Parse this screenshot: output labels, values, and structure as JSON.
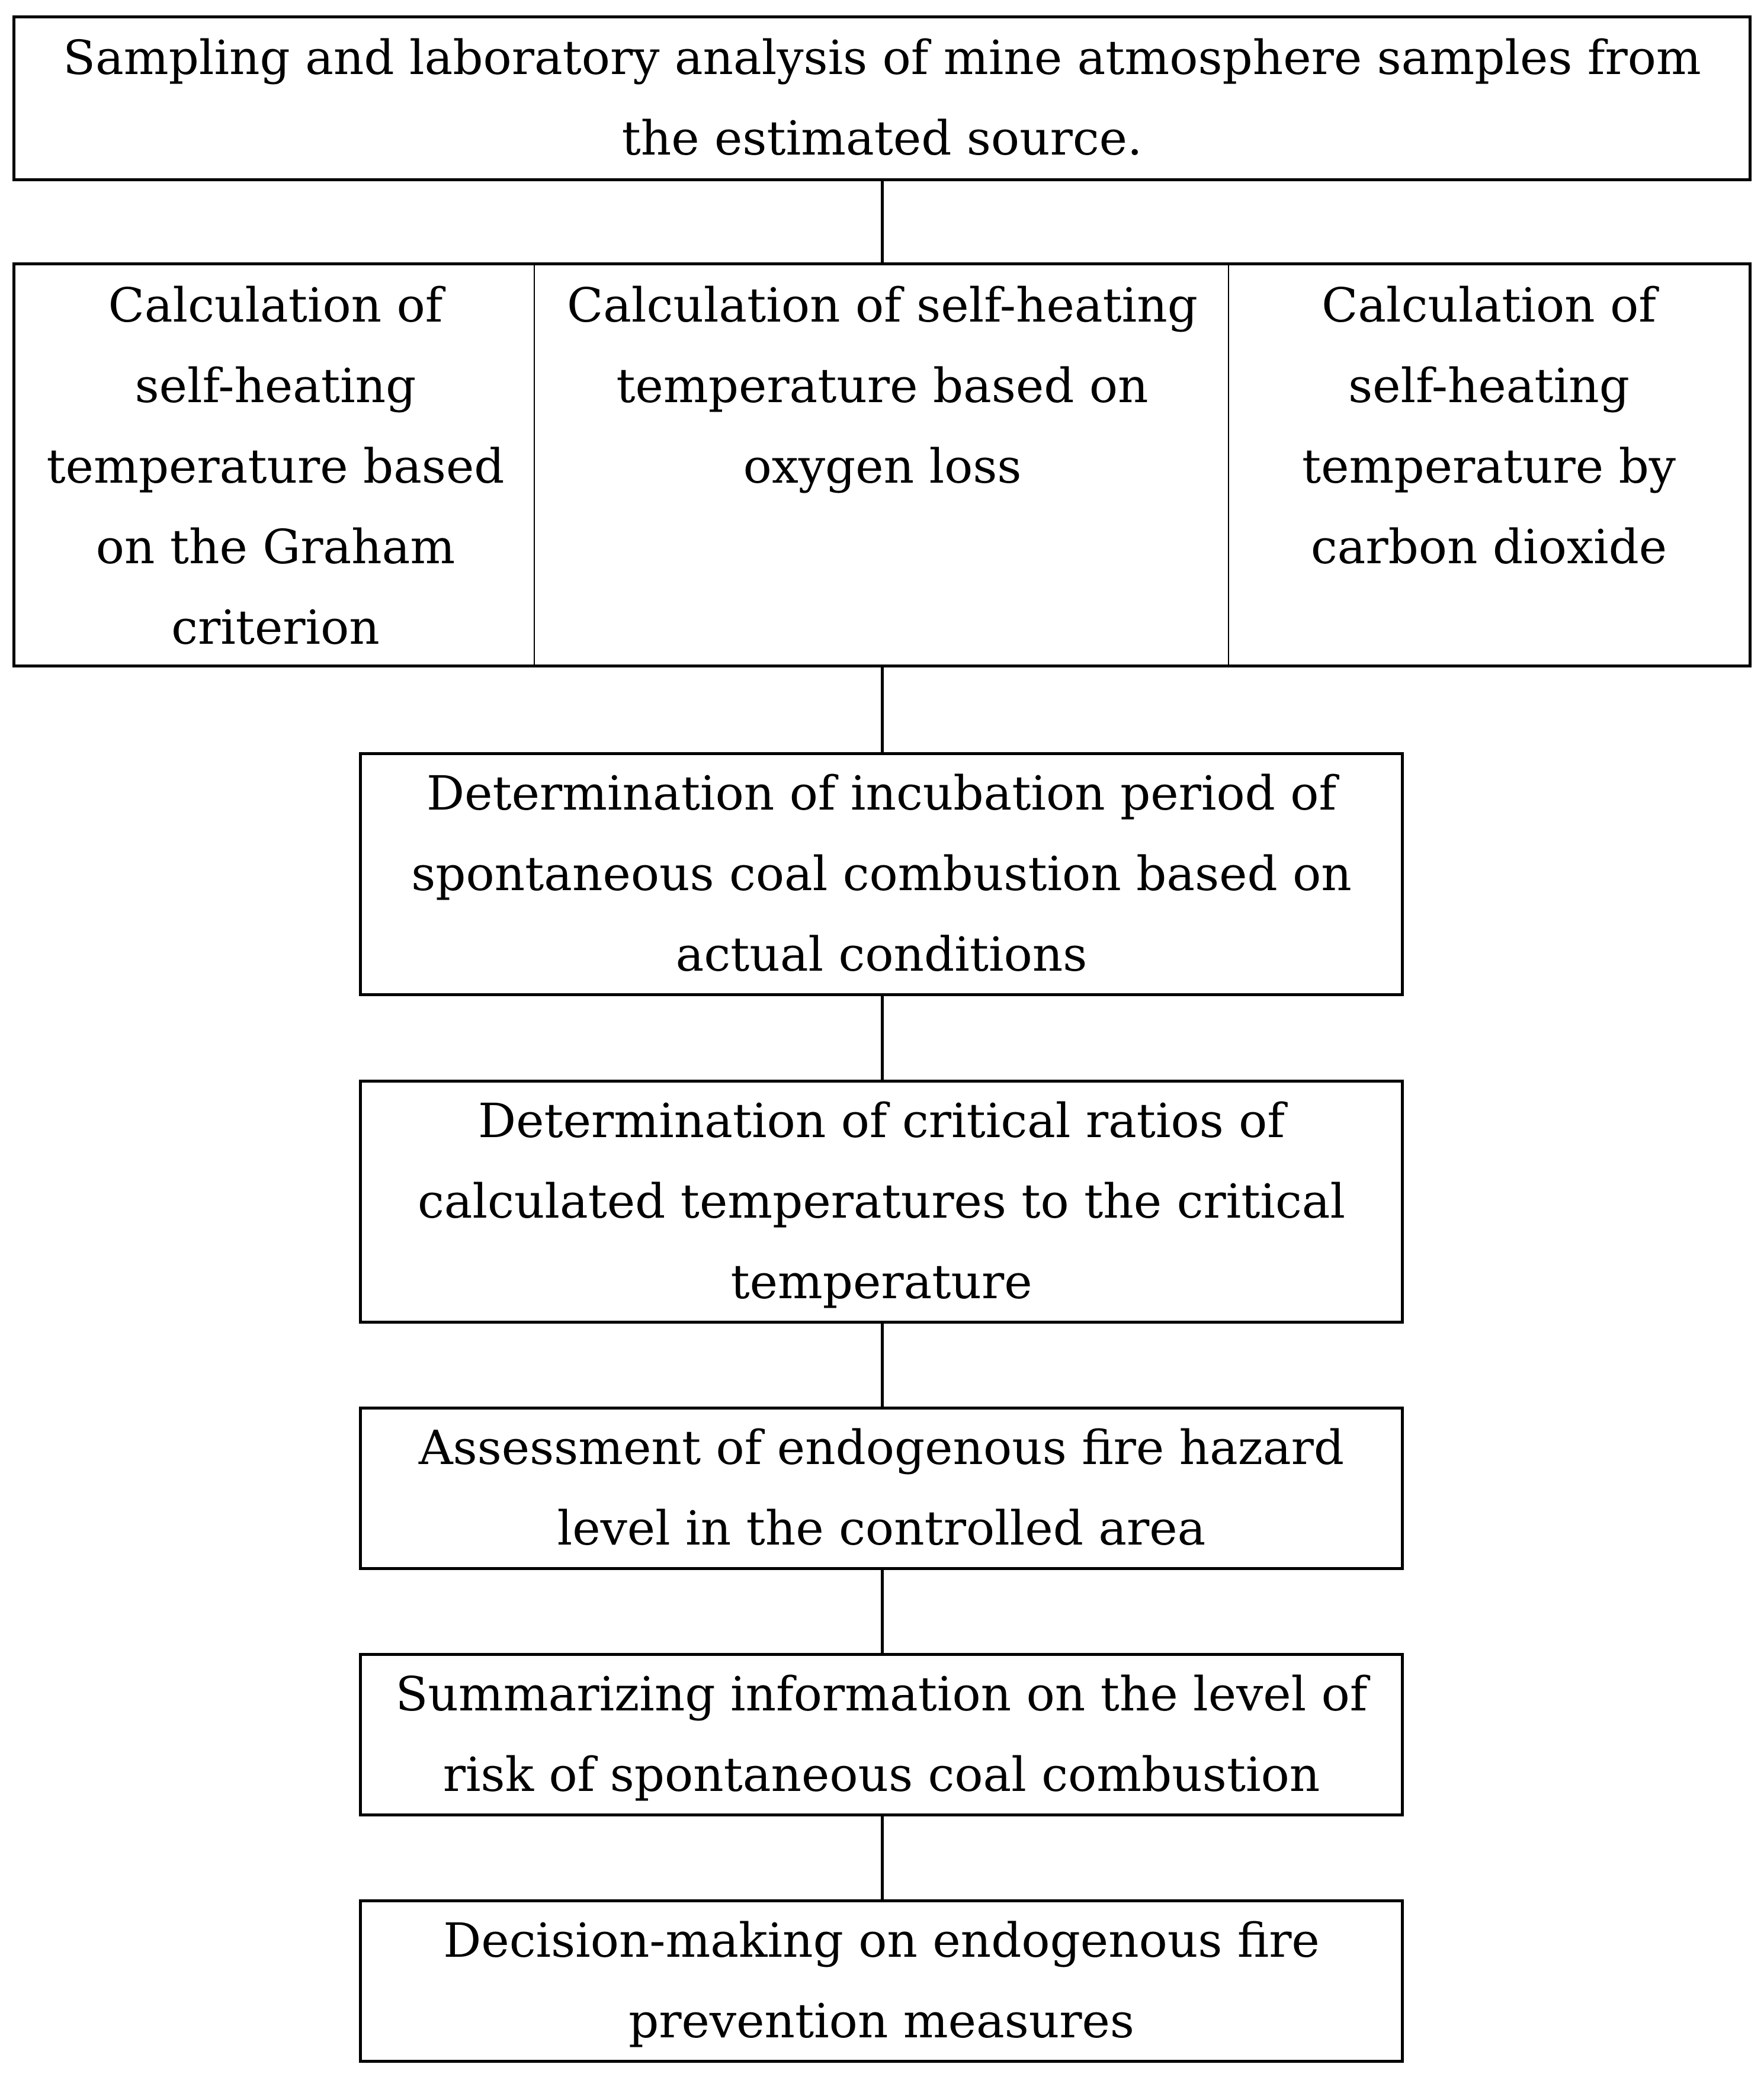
{
  "flowchart": {
    "step_1": {
      "line_1": "Sampling and laboratory analysis of mine atmosphere samples from",
      "line_2": "the estimated source."
    },
    "step_2": {
      "graham": {
        "line_1": "Calculation of",
        "line_2": "self-heating",
        "line_3": "temperature based",
        "line_4": "on the Graham",
        "line_5": "criterion"
      },
      "oxygen": {
        "line_1": "Calculation of self-heating",
        "line_2": "temperature based on",
        "line_3": "oxygen loss"
      },
      "carbon_dioxide": {
        "line_1": "Calculation of",
        "line_2": "self-heating",
        "line_3": "temperature by",
        "line_4": "carbon dioxide"
      }
    },
    "step_3": {
      "line_1": "Determination of incubation period of",
      "line_2": "spontaneous coal combustion based on",
      "line_3": "actual conditions"
    },
    "step_4": {
      "line_1": "Determination of critical ratios of",
      "line_2": "calculated temperatures to the critical",
      "line_3": "temperature"
    },
    "step_5": {
      "line_1": "Assessment of endogenous fire hazard",
      "line_2": "level in the controlled area"
    },
    "step_6": {
      "line_1": "Summarizing information on the level of",
      "line_2": "risk of spontaneous coal combustion"
    },
    "step_7": {
      "line_1": "Decision-making on endogenous fire",
      "line_2": "prevention measures"
    }
  }
}
